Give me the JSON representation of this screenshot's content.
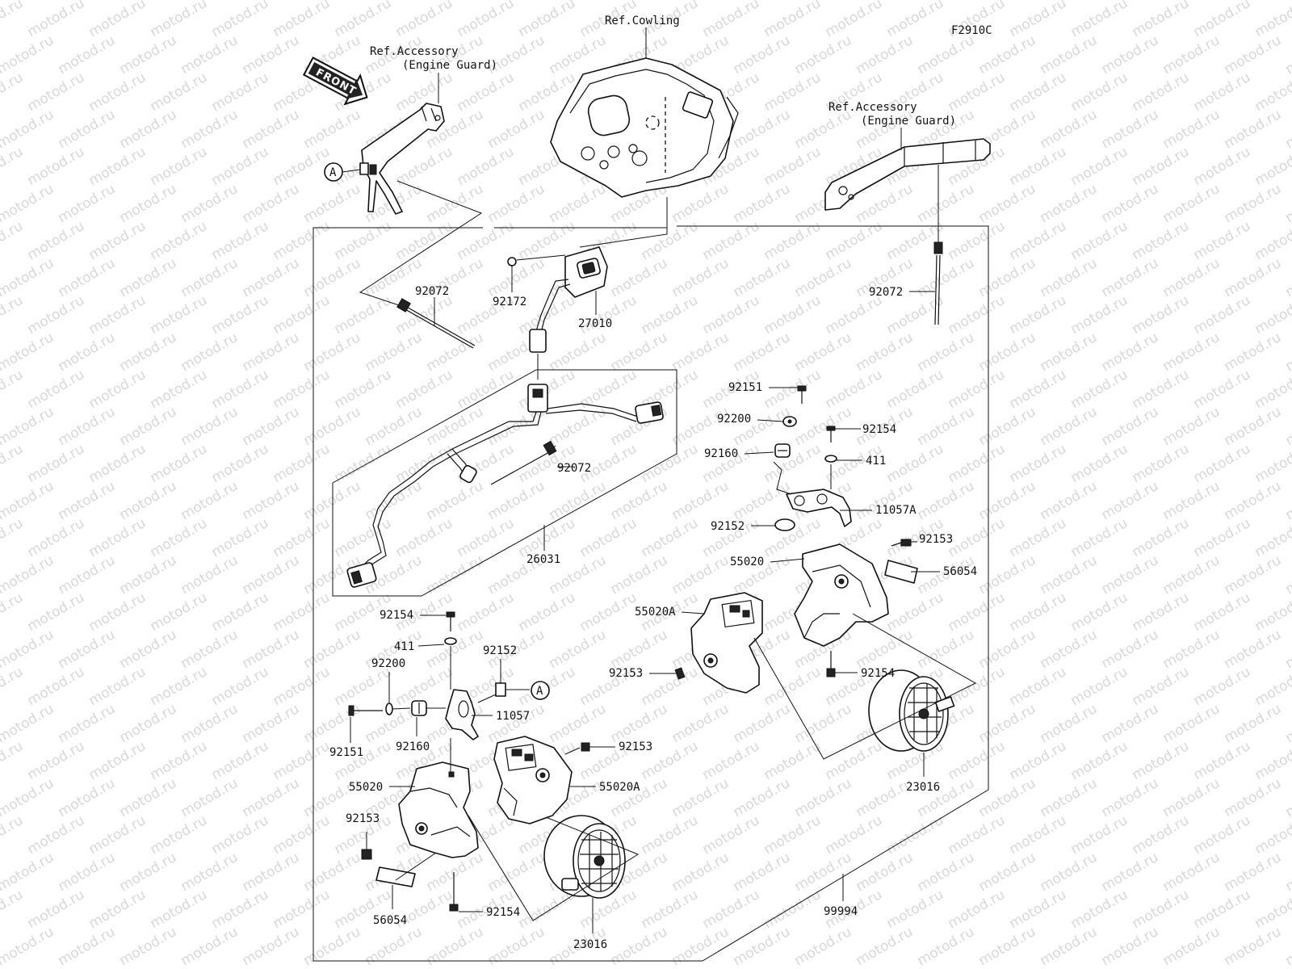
{
  "diagram": {
    "figure_code": "F2910C",
    "watermark": "motod.ru",
    "front_arrow_label": "FRONT",
    "reference_labels": {
      "cowling": "Ref.Cowling",
      "left_guard_line1": "Ref.Accessory",
      "left_guard_line2": "(Engine Guard)",
      "right_guard_line1": "Ref.Accessory",
      "right_guard_line2": "(Engine Guard)"
    },
    "callout_marker": "A",
    "part_numbers": {
      "p92072_left": "92072",
      "p92172": "92172",
      "p27010": "27010",
      "p92072_right": "92072",
      "p92072_harness": "92072",
      "p26031": "26031",
      "p92151_right": "92151",
      "p92200_right": "92200",
      "p92154_right_top": "92154",
      "p411_right": "411",
      "p92160_right": "92160",
      "p11057A": "11057A",
      "p92152_right": "92152",
      "p92153_right_top": "92153",
      "p55020_right": "55020",
      "p56054_right": "56054",
      "p55020A_right": "55020A",
      "p92153_right_mid": "92153",
      "p92154_right_bottom": "92154",
      "p23016_right": "23016",
      "p92154_left_top": "92154",
      "p411_left": "411",
      "p92152_left": "92152",
      "p92200_left": "92200",
      "p11057": "11057",
      "p92151_left": "92151",
      "p92160_left": "92160",
      "p92153_left_mid": "92153",
      "p55020_left": "55020",
      "p55020A_left": "55020A",
      "p92153_left_bottom": "92153",
      "p56054_left": "56054",
      "p92154_left_bottom": "92154",
      "p23016_left": "23016",
      "p99994": "99994"
    }
  }
}
